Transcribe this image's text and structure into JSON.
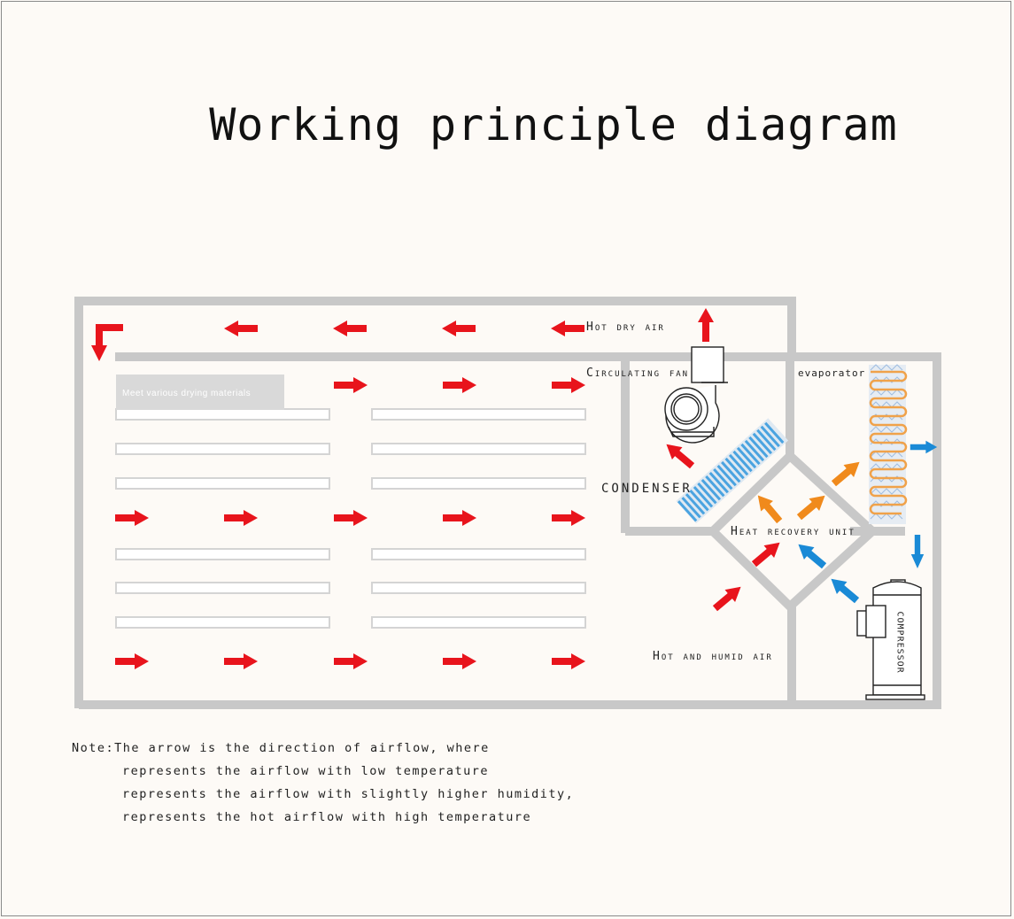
{
  "title": "Working principle diagram",
  "labels": {
    "hot_dry_air": "Hot dry air",
    "circulating_fan": "Circulating fan",
    "evaporator": "evaporator",
    "condenser": "CONDENSER",
    "heat_recovery_unit": "Heat recovery unit",
    "hot_humid_air": "Hot and humid air",
    "compressor": "COMPRESSOR",
    "shelf_caption": "Meet various drying materials"
  },
  "note": {
    "prefix": "Note:",
    "line1": "The arrow is the direction of airflow, where",
    "line2": "represents the airflow with low temperature",
    "line3": "represents the airflow with slightly higher humidity,",
    "line4": "represents the hot airflow with high temperature"
  },
  "colors": {
    "hot": "#e8141c",
    "humid": "#f08a1c",
    "cold": "#1a8ad6",
    "wall": "#c8c8c8",
    "shelf": "#d4d4d4",
    "coil": "#4aa3e0",
    "evap_coil": "#f0a24a"
  }
}
